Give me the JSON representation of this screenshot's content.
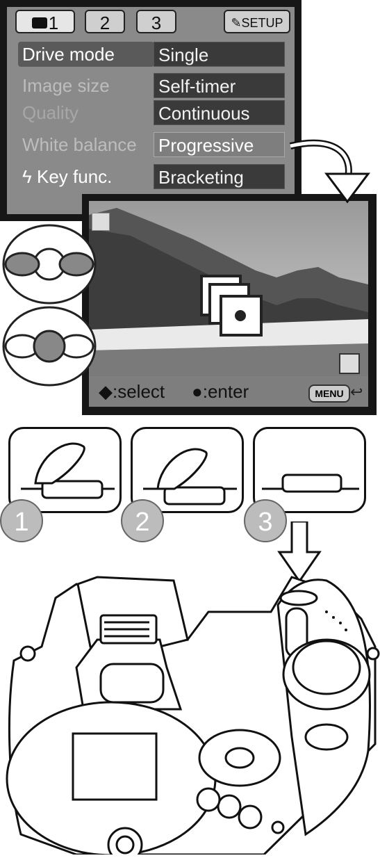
{
  "menu": {
    "tabs": [
      {
        "label": "1"
      },
      {
        "label": "2"
      },
      {
        "label": "3"
      },
      {
        "label": "SETUP"
      }
    ],
    "rows": [
      {
        "label": "Drive mode",
        "option": "Single"
      },
      {
        "label": "Image size",
        "option": "Self-timer"
      },
      {
        "label": "Quality",
        "option": "Continuous"
      },
      {
        "label": "White balance",
        "option": "Progressive"
      },
      {
        "label": "Key func.",
        "option": "Bracketing"
      }
    ]
  },
  "live": {
    "select_label": ":select",
    "enter_label": ":enter",
    "menu_label": "MENU"
  },
  "steps": [
    {
      "num": "1"
    },
    {
      "num": "2"
    },
    {
      "num": "3"
    }
  ],
  "colors": {
    "screen_bg": "#161616",
    "menu_bg": "#8a8a8a",
    "option_bg": "#3a3a3a",
    "option_highlight": "#7e7e7e",
    "step_circle": "#bcbcbc"
  }
}
